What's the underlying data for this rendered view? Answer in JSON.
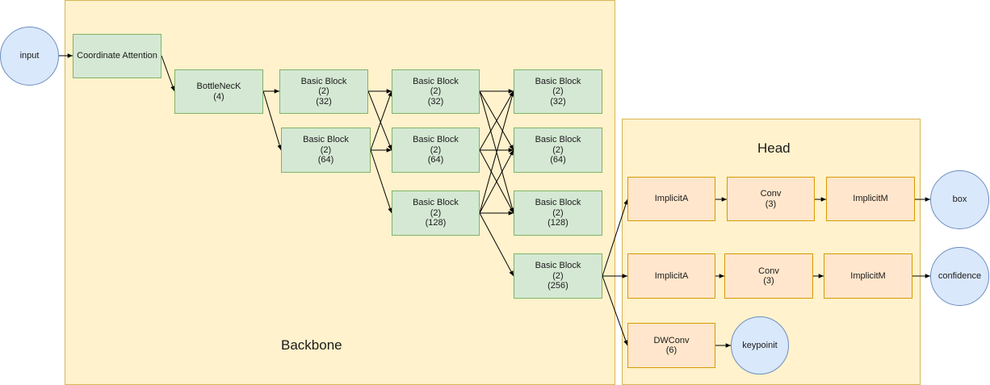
{
  "groups": {
    "backbone": "Backbone",
    "head": "Head"
  },
  "io": {
    "input": "input",
    "box": "box",
    "confidence": "confidence",
    "keypoint": "keypoinit"
  },
  "backbone_nodes": {
    "coord_attention": {
      "line1": "Coordinate Attention"
    },
    "bottleneck": {
      "line1": "BottleNecK",
      "line2": "(4)"
    },
    "c1_b32": {
      "line1": "Basic Block",
      "line2": "(2)",
      "line3": "(32)"
    },
    "c1_b64": {
      "line1": "Basic Block",
      "line2": "(2)",
      "line3": "(64)"
    },
    "c2_b32": {
      "line1": "Basic Block",
      "line2": "(2)",
      "line3": "(32)"
    },
    "c2_b64": {
      "line1": "Basic Block",
      "line2": "(2)",
      "line3": "(64)"
    },
    "c2_b128": {
      "line1": "Basic Block",
      "line2": "(2)",
      "line3": "(128)"
    },
    "c3_b32": {
      "line1": "Basic Block",
      "line2": "(2)",
      "line3": "(32)"
    },
    "c3_b64": {
      "line1": "Basic Block",
      "line2": "(2)",
      "line3": "(64)"
    },
    "c3_b128": {
      "line1": "Basic Block",
      "line2": "(2)",
      "line3": "(128)"
    },
    "c3_b256": {
      "line1": "Basic Block",
      "line2": "(2)",
      "line3": "(256)"
    }
  },
  "head_nodes": {
    "r1_implicit_a": {
      "line1": "ImplicitA"
    },
    "r1_conv": {
      "line1": "Conv",
      "line2": "(3)"
    },
    "r1_implicit_m": {
      "line1": "ImplicitM"
    },
    "r2_implicit_a": {
      "line1": "ImplicitA"
    },
    "r2_conv": {
      "line1": "Conv",
      "line2": "(3)"
    },
    "r2_implicit_m": {
      "line1": "ImplicitM"
    },
    "dwconv": {
      "line1": "DWConv",
      "line2": "(6)"
    }
  },
  "colors": {
    "group_fill": "#fff2cc",
    "group_stroke": "#d6b656",
    "block_fill": "#d5e8d4",
    "block_stroke": "#82b366",
    "head_block_fill": "#ffe6cc",
    "head_block_stroke": "#d79b00",
    "io_fill": "#dae8fc",
    "io_stroke": "#6c8ebf"
  }
}
